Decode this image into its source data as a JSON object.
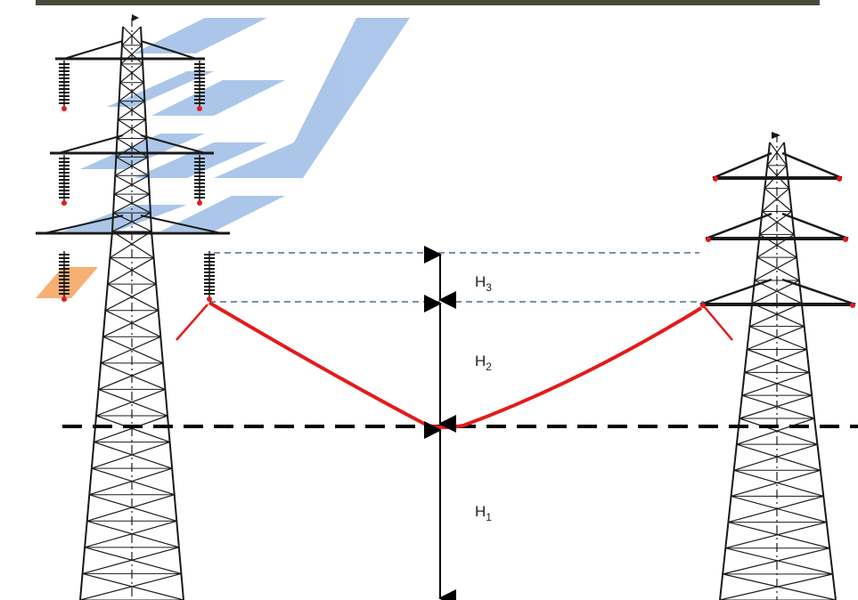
{
  "labels": {
    "h3": {
      "main": "H",
      "sub": "3"
    },
    "h2": {
      "main": "H",
      "sub": "2"
    },
    "h1": {
      "main": "H",
      "sub": "1"
    }
  },
  "colors": {
    "conductor": "#e31b1b",
    "tower": "#1a1a1a",
    "guide": "#2b4f7a",
    "ground_line": "#000000",
    "watermark_blue": "#9dbde6",
    "watermark_orange": "#f5a35a",
    "top_strip": "#4a4a3a"
  }
}
